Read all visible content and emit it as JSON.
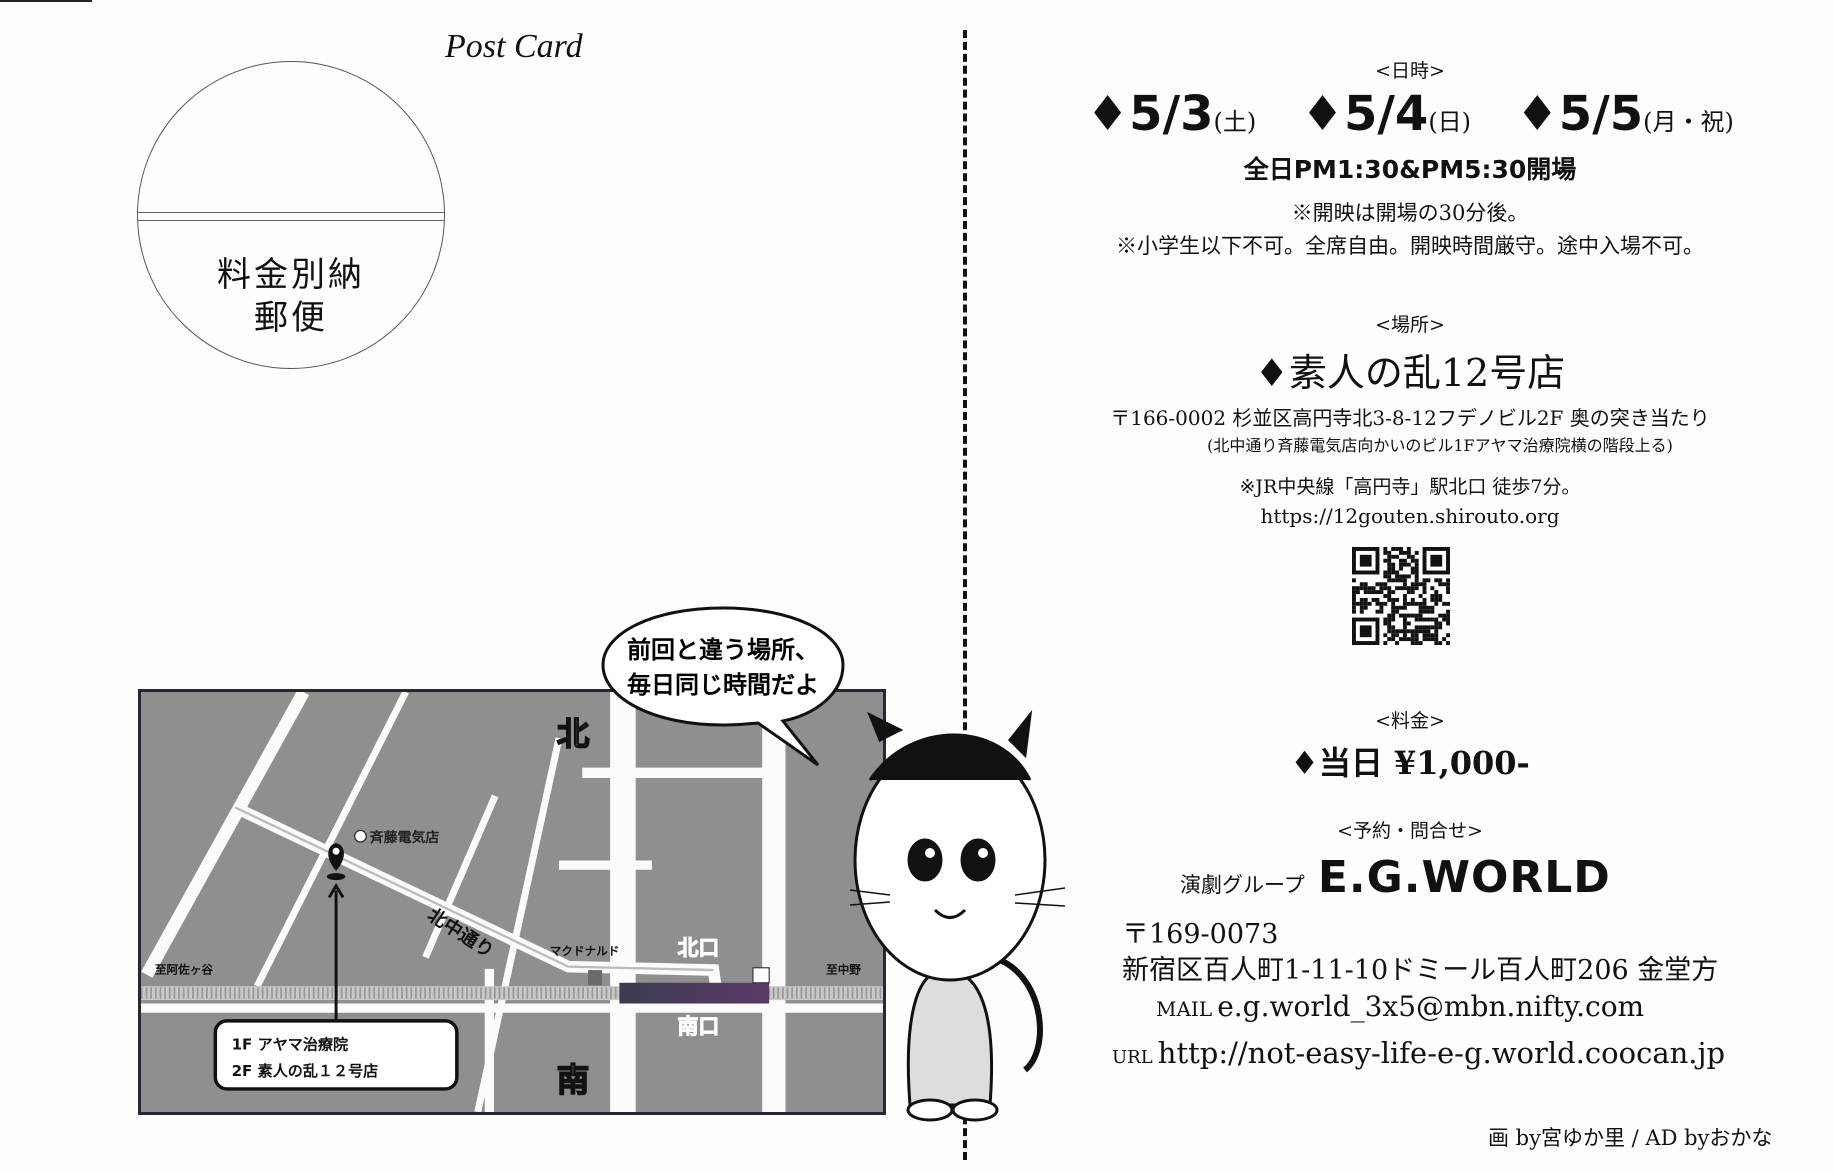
{
  "postcard_title": "Post Card",
  "stamp": {
    "line1": "料金別納",
    "line2": "郵便"
  },
  "schedule": {
    "header": "<日時>",
    "dates": [
      {
        "date": "♦5/3",
        "day": "(土)"
      },
      {
        "date": "♦5/4",
        "day": "(日)"
      },
      {
        "date": "♦5/5",
        "day": "(月・祝)"
      }
    ],
    "open_time": "全日PM1:30&PM5:30開場",
    "note1": "※開映は開場の30分後。",
    "note2": "※小学生以下不可。全席自由。開映時間厳守。途中入場不可。"
  },
  "venue": {
    "header": "<場所>",
    "name": "♦素人の乱12号店",
    "address": "〒166-0002 杉並区高円寺北3-8-12フデノビル2F 奥の突き当たり",
    "directions": "(北中通り斉藤電気店向かいのビル1Fアヤマ治療院横の階段上る)",
    "access": "※JR中央線「高円寺」駅北口 徒歩7分。",
    "url": "https://12gouten.shirouto.org"
  },
  "price": {
    "header": "<料金>",
    "value": "♦当日 ¥1,000-"
  },
  "contact": {
    "header": "<予約・問合せ>",
    "group_prefix": "演劇グループ",
    "group_name": "E.G.WORLD",
    "postal": "〒169-0073",
    "address": "新宿区百人町1-11-10ドミール百人町206 金堂方",
    "mail_label": "MAIL",
    "mail": "e.g.world_3x5@mbn.nifty.com",
    "url_label": "URL",
    "url": "http://not-easy-life-e-g.world.coocan.jp"
  },
  "credits": "画 by宮ゆか里 / AD byおかな",
  "speech_bubble": {
    "line1": "前回と違う場所、",
    "line2": "毎日同じ時間だよ"
  },
  "map": {
    "north": "北",
    "south": "南",
    "saito": "斉藤電気店",
    "street": "北中通り",
    "mcdonalds": "マクドナルド",
    "north_exit": "北口",
    "south_exit": "南口",
    "to_asagaya": "至阿佐ヶ谷",
    "to_nakano": "至中野",
    "floor1": "1F  アヤマ治療院",
    "floor2": "2F  素人の乱１２号店"
  },
  "colors": {
    "map_bg": "#8f8f8f",
    "station": "#4a3a5c"
  }
}
